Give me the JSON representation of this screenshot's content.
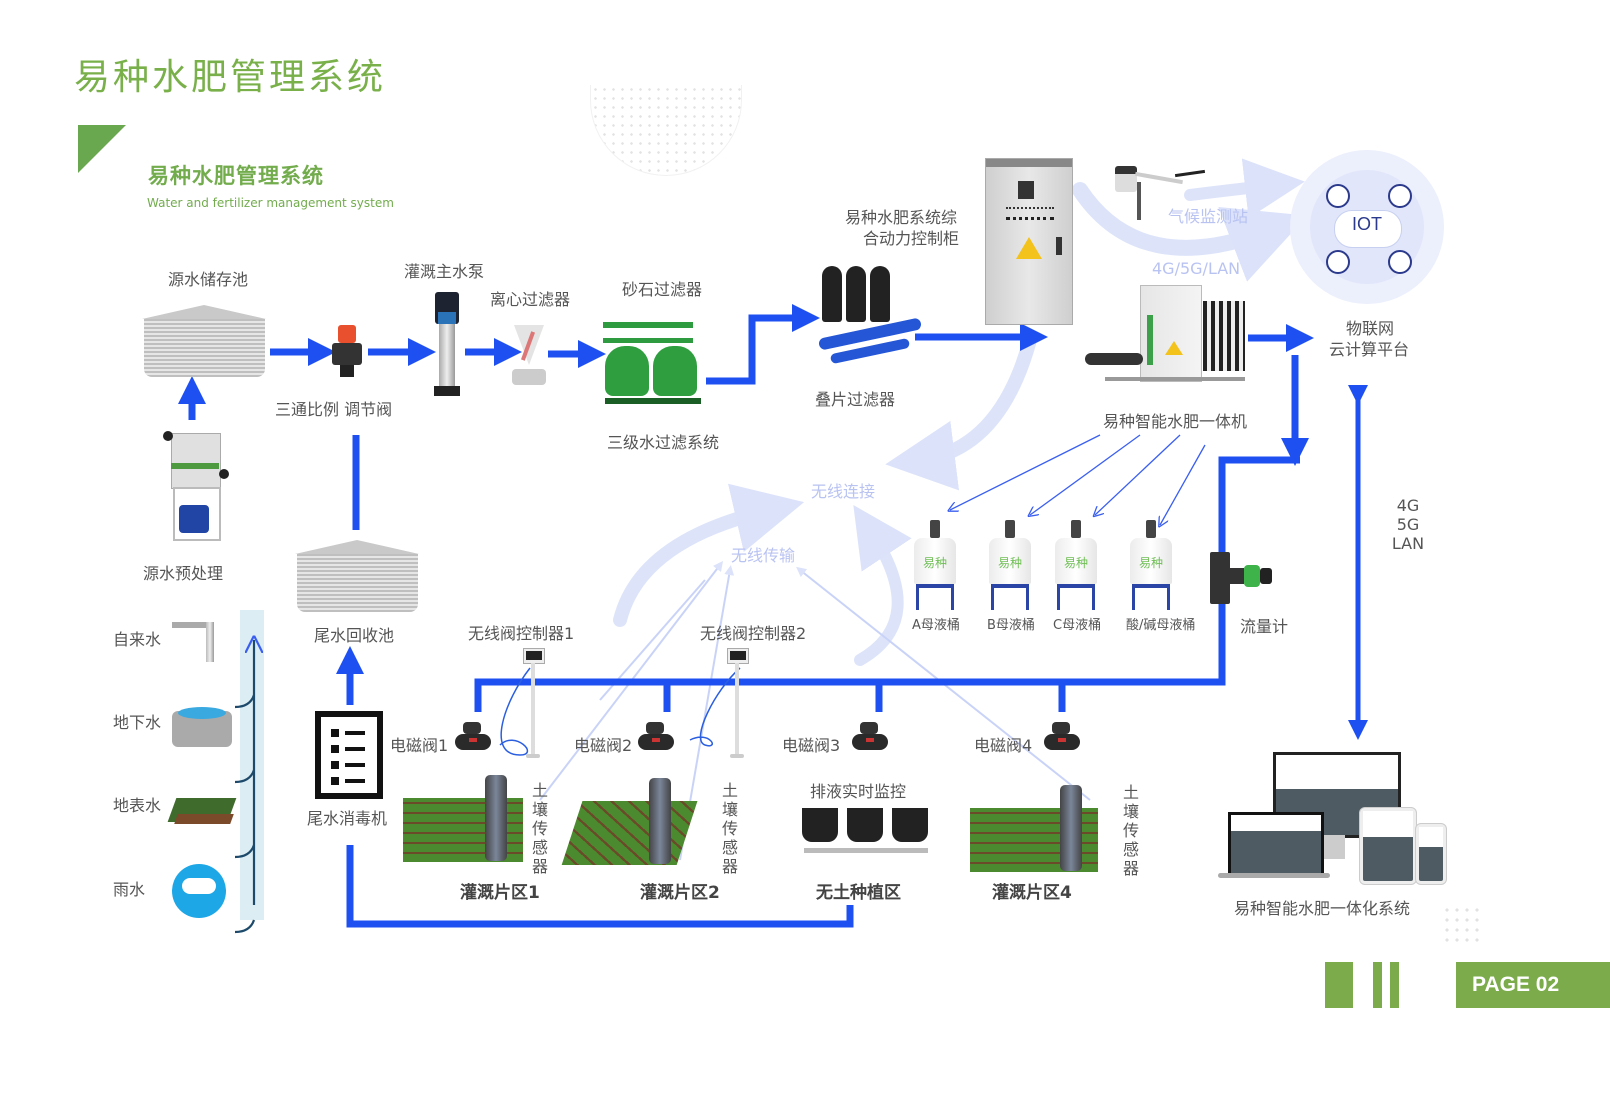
{
  "page_title": "易种水肥管理系统",
  "section": {
    "title": "易种水肥管理系统",
    "subtitle_en": "Water and fertilizer management system"
  },
  "labels": {
    "source_storage": "源水储存池",
    "main_pump": "灌溉主水泵",
    "centrifugal_filter": "离心过滤器",
    "sand_filter": "砂石过滤器",
    "three_way_valve": "三通比例 调节阀",
    "three_stage_filter": "三级水过滤系统",
    "disc_filter": "叠片过滤器",
    "control_cabinet_line1": "易种水肥系统综",
    "control_cabinet_line2": "合动力控制柜",
    "weather_station": "气候监测站",
    "network_top": "4G/5G/LAN",
    "iot_cloud_line1": "物联网",
    "iot_cloud_line2": "云计算平台",
    "iot_badge": "IOT",
    "fertigation_machine": "易种智能水肥一体机",
    "wireless_connect": "无线连接",
    "wireless_transfer": "无线传输",
    "pretreatment": "源水预处理",
    "tailwater_pool": "尾水回收池",
    "tailwater_disinfect": "尾水消毒机",
    "flow_meter": "流量计",
    "network_side": [
      "4G",
      "5G",
      "LAN"
    ],
    "integrated_system": "易种智能水肥一体化系统",
    "drain_monitor": "排液实时监控",
    "soil_sensor": "土壤传感器"
  },
  "water_sources": [
    "自来水",
    "地下水",
    "地表水",
    "雨水"
  ],
  "tanks": [
    {
      "name": "A母液桶",
      "brand": "易种"
    },
    {
      "name": "B母液桶",
      "brand": "易种"
    },
    {
      "name": "C母液桶",
      "brand": "易种"
    },
    {
      "name": "酸/碱母液桶",
      "brand": "易种"
    }
  ],
  "controllers": [
    "无线阀控制器1",
    "无线阀控制器2"
  ],
  "valves": [
    "电磁阀1",
    "电磁阀2",
    "电磁阀3",
    "电磁阀4"
  ],
  "zones": [
    "灌溉片区1",
    "灌溉片区2",
    "无土种植区",
    "灌溉片区4"
  ],
  "footer": {
    "page": "PAGE 02"
  },
  "colors": {
    "brand_green": "#79b04a",
    "pipe_blue": "#1e4ff0",
    "wireless": "#c9d3f7"
  }
}
